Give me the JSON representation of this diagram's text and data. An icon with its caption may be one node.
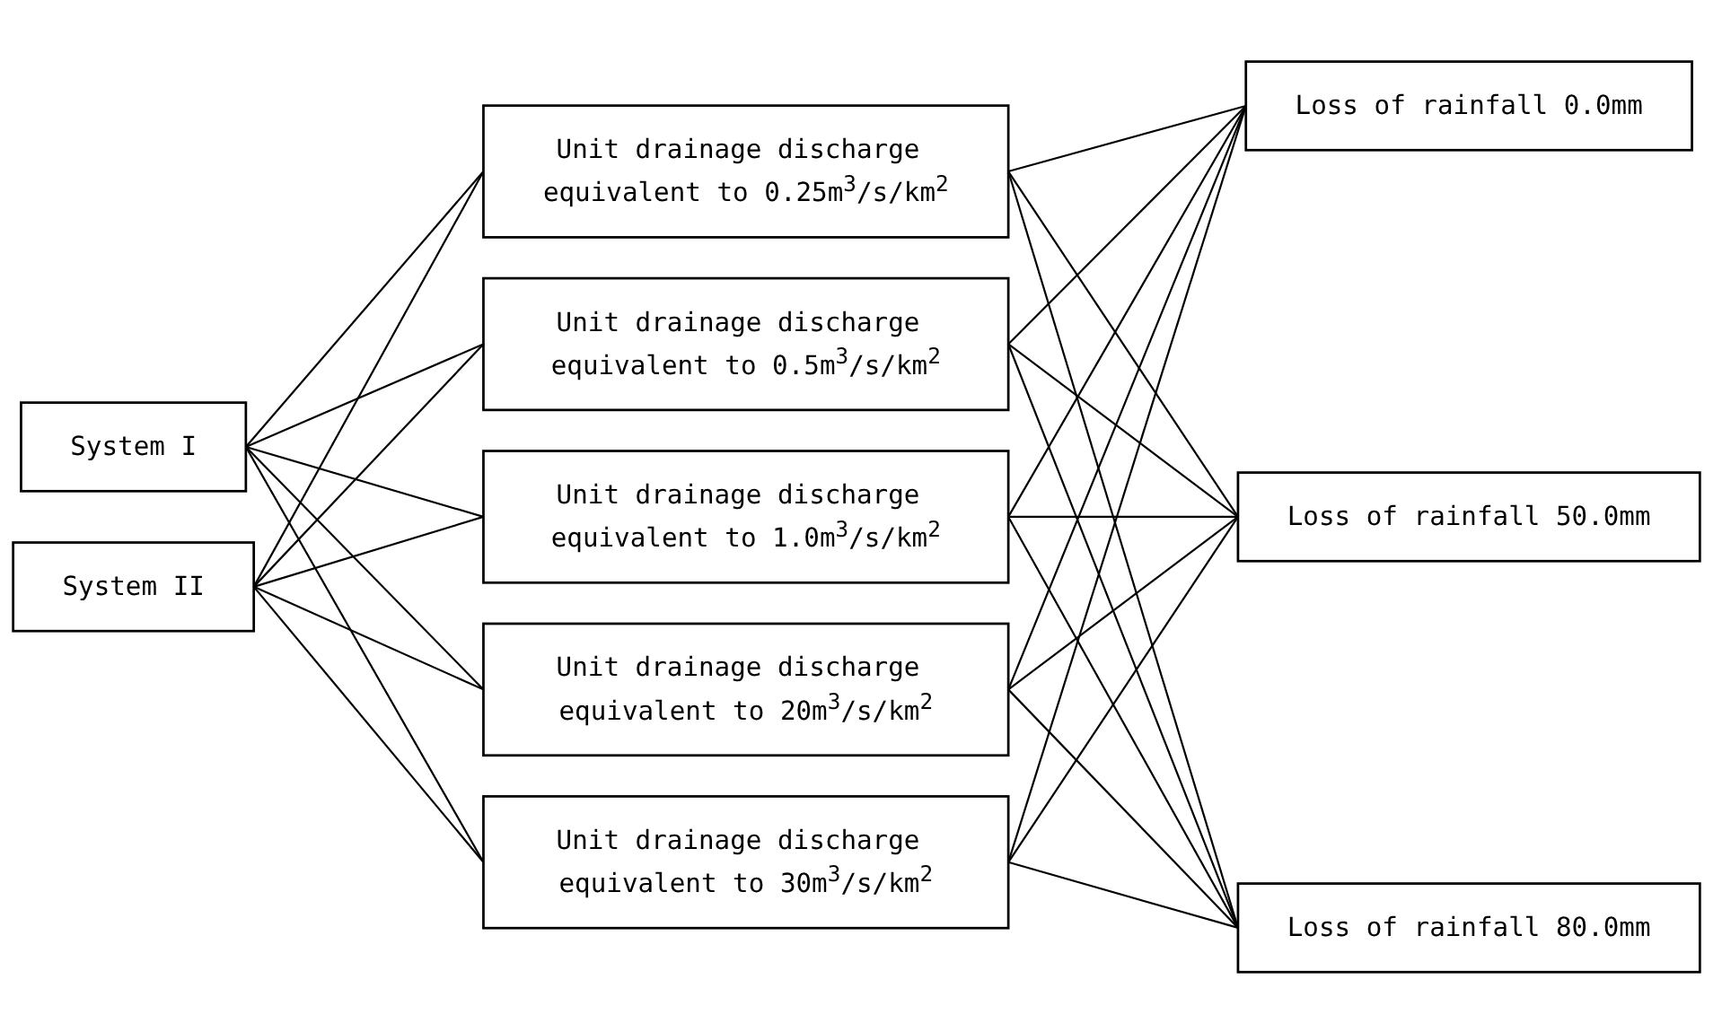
{
  "diagram": {
    "nodes": [
      {
        "text": [
          "System I"
        ]
      },
      {
        "text": [
          "System II"
        ]
      },
      {
        "text": [
          "Unit drainage discharge equivalent to 0.25m$^{3}$/s/km$^{2}$"
        ]
      },
      {
        "text": [
          "Unit drainage discharge equivalent to 0.5m$^{3}$/s/km$^{2}$"
        ]
      },
      {
        "text": [
          "Unit drainage discharge equivalent to 1.0m$^{3}$/s/km$^{2}$"
        ]
      },
      {
        "text": [
          "Unit drainage discharge equivalent to 20m$^{3}$/s/km$^{2}$"
        ]
      },
      {
        "text": [
          "Unit drainage discharge equivalent to 30m$^{3}$/s/km$^{2}$"
        ]
      },
      {
        "text": [
          "Loss of rainfall 0.0mm"
        ]
      },
      {
        "text": [
          "Loss of rainfall 50.0mm"
        ]
      },
      {
        "text": [
          "Loss of rainfall 80.0mm"
        ]
      }
    ],
    "edges": [
      {
        "from": 0,
        "to": 2,
        "arrow": "none"
      },
      {
        "from": 0,
        "to": 3,
        "arrow": "none"
      },
      {
        "from": 0,
        "to": 4,
        "arrow": "none"
      },
      {
        "from": 0,
        "to": 5,
        "arrow": "none"
      },
      {
        "from": 0,
        "to": 6,
        "arrow": "none"
      },
      {
        "from": 1,
        "to": 2,
        "arrow": "none"
      },
      {
        "from": 1,
        "to": 3,
        "arrow": "none"
      },
      {
        "from": 1,
        "to": 4,
        "arrow": "none"
      },
      {
        "from": 1,
        "to": 5,
        "arrow": "none"
      },
      {
        "from": 1,
        "to": 6,
        "arrow": "none"
      },
      {
        "from": 2,
        "to": 7,
        "arrow": "none"
      },
      {
        "from": 2,
        "to": 8,
        "arrow": "none"
      },
      {
        "from": 2,
        "to": 9,
        "arrow": "none"
      },
      {
        "from": 3,
        "to": 7,
        "arrow": "none"
      },
      {
        "from": 3,
        "to": 8,
        "arrow": "none"
      },
      {
        "from": 3,
        "to": 9,
        "arrow": "none"
      },
      {
        "from": 4,
        "to": 7,
        "arrow": "none"
      },
      {
        "from": 4,
        "to": 8,
        "arrow": "none"
      },
      {
        "from": 4,
        "to": 9,
        "arrow": "none"
      },
      {
        "from": 5,
        "to": 7,
        "arrow": "none"
      },
      {
        "from": 5,
        "to": 8,
        "arrow": "none"
      },
      {
        "from": 5,
        "to": 9,
        "arrow": "none"
      },
      {
        "from": 6,
        "to": 7,
        "arrow": "none"
      },
      {
        "from": 6,
        "to": 8,
        "arrow": "none"
      },
      {
        "from": 6,
        "to": 9,
        "arrow": "none"
      }
    ]
  }
}
